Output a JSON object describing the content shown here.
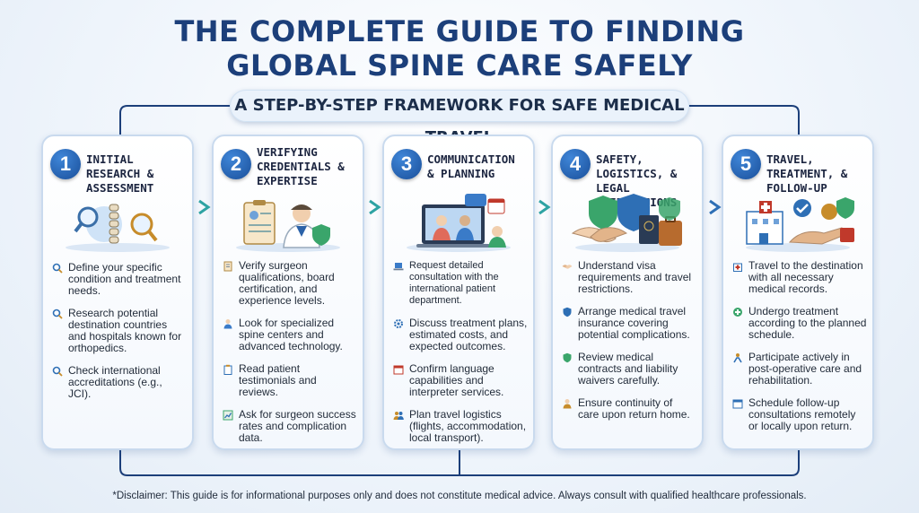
{
  "title_line1": "THE COMPLETE GUIDE TO FINDING",
  "title_line2": "GLOBAL SPINE CARE SAFELY",
  "subtitle": "A STEP-BY-STEP FRAMEWORK FOR SAFE MEDICAL TRAVEL",
  "colors": {
    "navy": "#1c3f7a",
    "accent": "#2ea3a3",
    "card_border": "#c9daee"
  },
  "steps": [
    {
      "number": "1",
      "title": "INITIAL RESEARCH & ASSESSMENT",
      "illustration": "spine-magnifier-illustration",
      "items": [
        {
          "icon": "magnifier-icon",
          "text": "Define your specific condition and treatment needs."
        },
        {
          "icon": "magnifier-icon",
          "text": "Research potential destination countries and hospitals known for orthopedics."
        },
        {
          "icon": "magnifier-icon",
          "text": "Check international accreditations (e.g., JCI)."
        }
      ]
    },
    {
      "number": "2",
      "title": "VERIFYING CREDENTIALS & EXPERTISE",
      "illustration": "doctor-clipboard-illustration",
      "items": [
        {
          "icon": "document-icon",
          "text": "Verify surgeon qualifications, board certification, and experience levels."
        },
        {
          "icon": "doctor-icon",
          "text": "Look for specialized spine centers and advanced technology."
        },
        {
          "icon": "clipboard-icon",
          "text": "Read patient testimonials and reviews."
        },
        {
          "icon": "chart-icon",
          "text": "Ask for surgeon success rates and complication data."
        }
      ]
    },
    {
      "number": "3",
      "title": "COMMUNICATION & PLANNING",
      "illustration": "video-call-illustration",
      "items": [
        {
          "icon": "laptop-icon",
          "text": "Request detailed consultation with the international patient department."
        },
        {
          "icon": "gear-icon",
          "text": "Discuss treatment plans, estimated costs, and expected outcomes."
        },
        {
          "icon": "calendar-icon",
          "text": "Confirm language capabilities and interpreter services."
        },
        {
          "icon": "people-icon",
          "text": "Plan travel logistics (flights, accommodation, local transport)."
        }
      ]
    },
    {
      "number": "4",
      "title": "SAFETY, LOGISTICS, & LEGAL PREPARATIONS",
      "illustration": "handshake-passport-illustration",
      "items": [
        {
          "icon": "handshake-icon",
          "text": "Understand visa requirements and travel restrictions."
        },
        {
          "icon": "shield-icon",
          "text": "Arrange medical travel insurance covering potential complications."
        },
        {
          "icon": "shield-icon",
          "text": "Review medical contracts and liability waivers carefully."
        },
        {
          "icon": "person-icon",
          "text": "Ensure continuity of care upon return home."
        }
      ]
    },
    {
      "number": "5",
      "title": "TRAVEL, TREATMENT, & FOLLOW-UP",
      "illustration": "hospital-travel-illustration",
      "items": [
        {
          "icon": "hospital-icon",
          "text": "Travel to the destination with all necessary medical records."
        },
        {
          "icon": "medical-icon",
          "text": "Undergo treatment according to the planned schedule."
        },
        {
          "icon": "rehab-icon",
          "text": "Participate actively in post-operative care and rehabilitation."
        },
        {
          "icon": "calendar-icon",
          "text": "Schedule follow-up consultations remotely or locally upon return."
        }
      ]
    }
  ],
  "disclaimer": "*Disclaimer: This guide is for informational purposes only and does not constitute medical advice. Always consult with qualified healthcare professionals."
}
